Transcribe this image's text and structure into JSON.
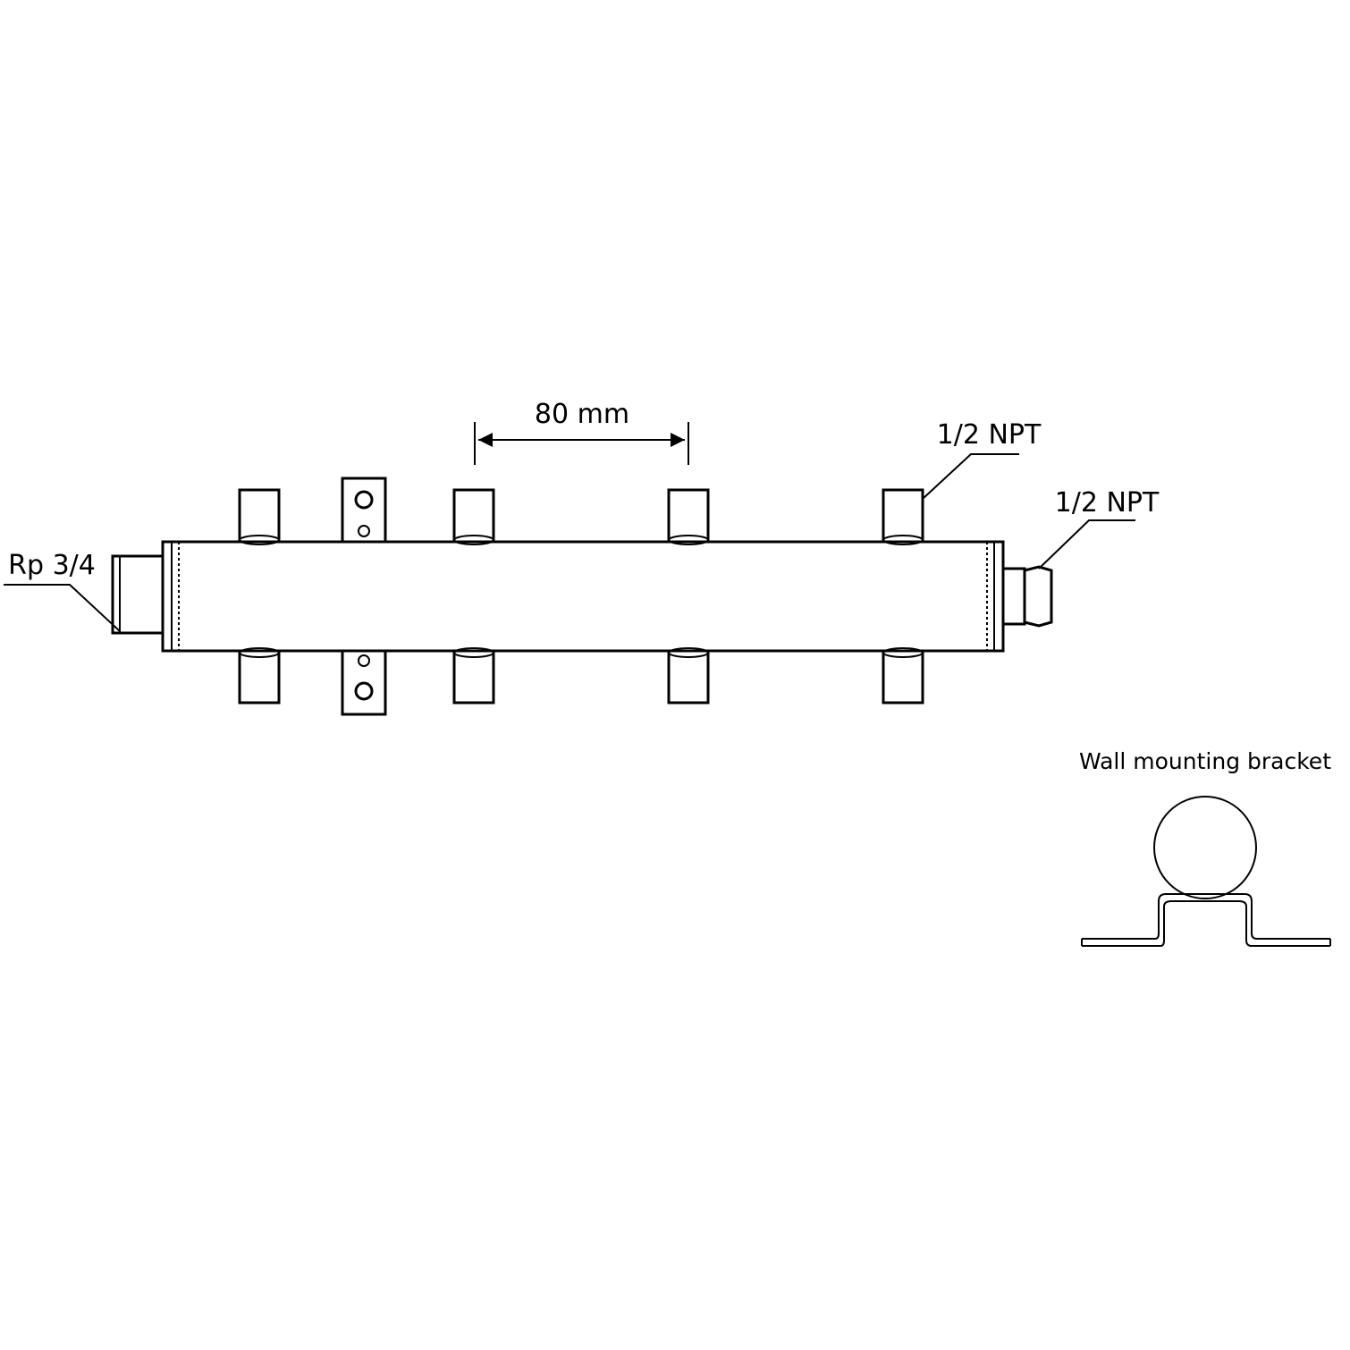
{
  "labels": {
    "spacing": "80 mm",
    "outlet_thread_top": "1/2 NPT",
    "outlet_thread_right": "1/2 NPT",
    "inlet_thread_left": "Rp 3/4",
    "bracket_caption": "Wall mounting bracket"
  },
  "colors": {
    "line": "#000000",
    "background": "#ffffff"
  }
}
